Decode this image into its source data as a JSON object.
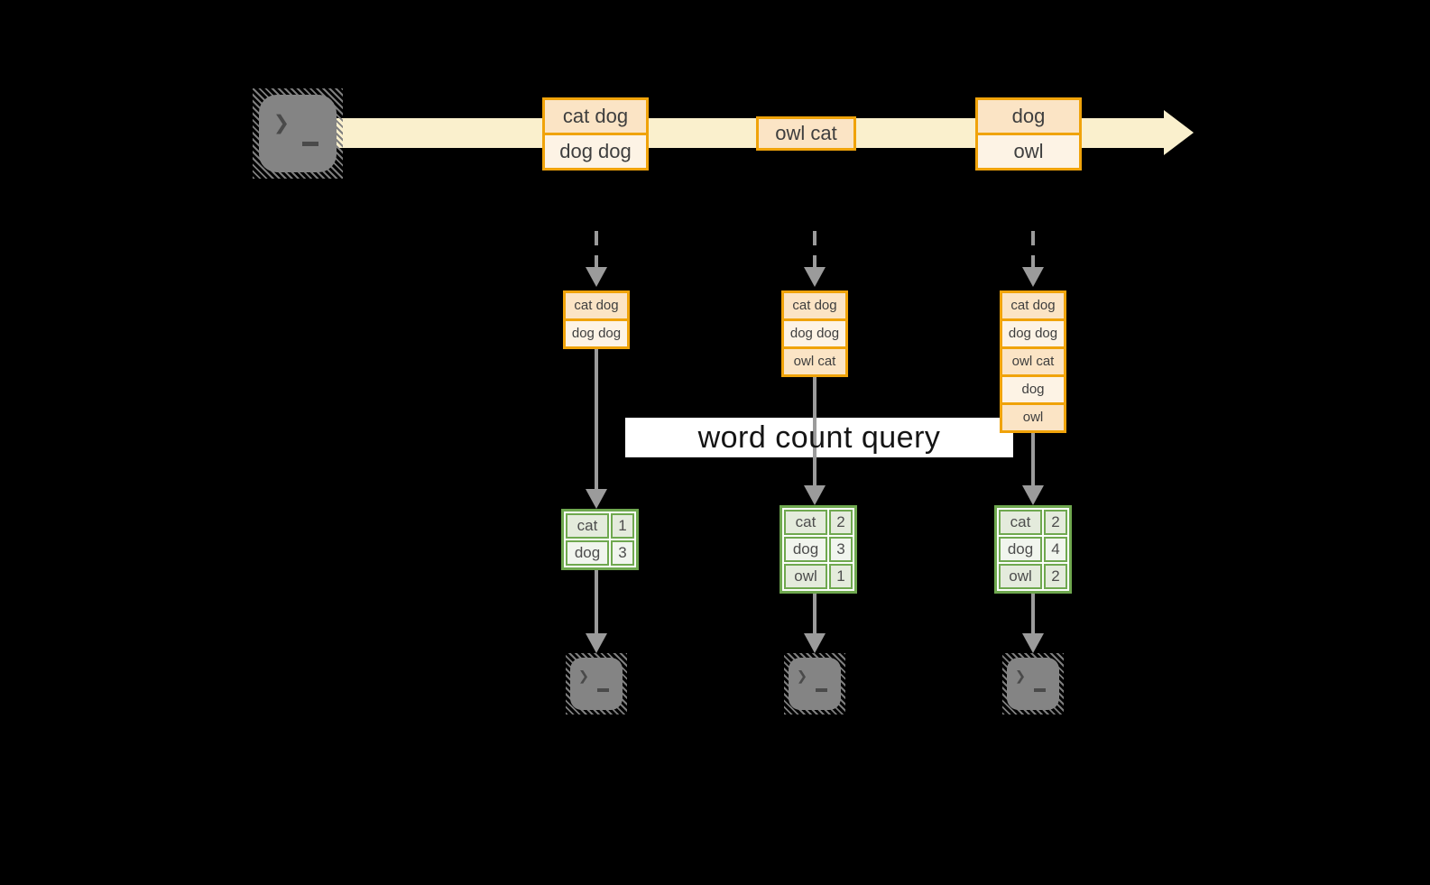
{
  "query_label": "word count query",
  "stream": {
    "batches": [
      {
        "items": [
          "cat dog",
          "dog dog"
        ]
      },
      {
        "items": [
          "owl cat"
        ]
      },
      {
        "items": [
          "dog",
          "owl"
        ]
      }
    ]
  },
  "columns": [
    {
      "buffer": [
        "cat dog",
        "dog dog"
      ],
      "counts": [
        {
          "word": "cat",
          "value": "1"
        },
        {
          "word": "dog",
          "value": "3"
        }
      ]
    },
    {
      "buffer": [
        "cat dog",
        "dog dog",
        "owl cat"
      ],
      "counts": [
        {
          "word": "cat",
          "value": "2"
        },
        {
          "word": "dog",
          "value": "3"
        },
        {
          "word": "owl",
          "value": "1"
        }
      ]
    },
    {
      "buffer": [
        "cat dog",
        "dog dog",
        "owl cat",
        "dog",
        "owl"
      ],
      "counts": [
        {
          "word": "cat",
          "value": "2"
        },
        {
          "word": "dog",
          "value": "4"
        },
        {
          "word": "owl",
          "value": "2"
        }
      ]
    }
  ],
  "terminal": {
    "chevron": "❯"
  },
  "colors": {
    "amber_border": "#F0A30A",
    "peach_dark": "#FBE4C5",
    "peach_light": "#FDF3E5",
    "stream_band": "#FAF0CD",
    "green_border": "#6FA84F",
    "sage_dark": "#E4EBDC",
    "sage_light": "#F1F5EE",
    "arrow_gray": "#9B9B9B",
    "terminal_gray": "#848484",
    "query_band_bg": "#FFFFFF"
  }
}
